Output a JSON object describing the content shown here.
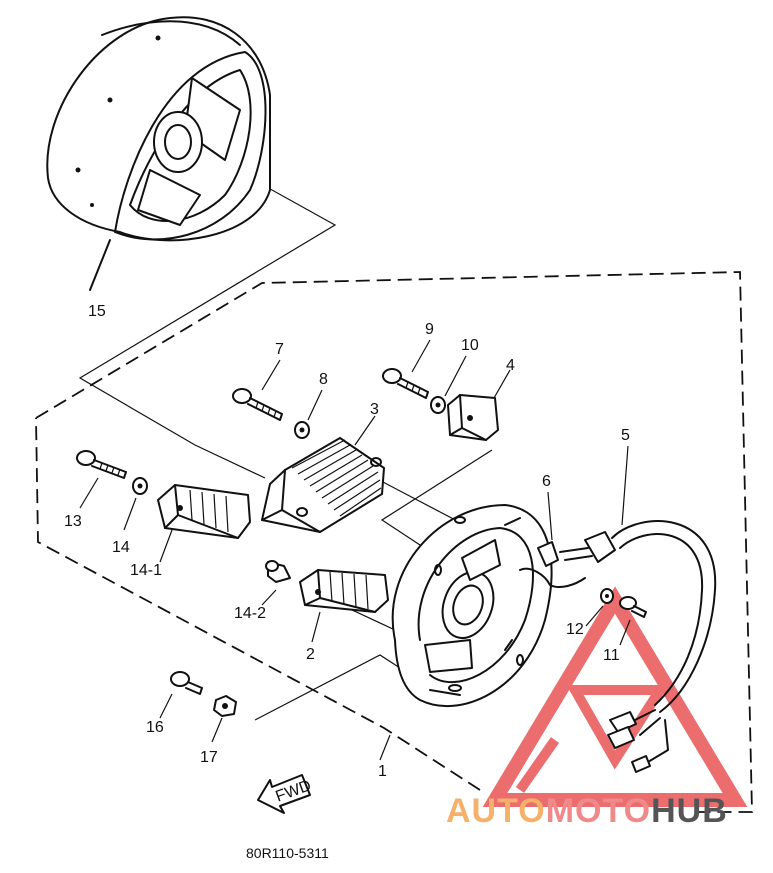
{
  "diagram": {
    "labels": [
      {
        "id": "15",
        "text": "15"
      },
      {
        "id": "7",
        "text": "7"
      },
      {
        "id": "8",
        "text": "8"
      },
      {
        "id": "9",
        "text": "9"
      },
      {
        "id": "10",
        "text": "10"
      },
      {
        "id": "4",
        "text": "4"
      },
      {
        "id": "3",
        "text": "3"
      },
      {
        "id": "5",
        "text": "5"
      },
      {
        "id": "6",
        "text": "6"
      },
      {
        "id": "13",
        "text": "13"
      },
      {
        "id": "14",
        "text": "14"
      },
      {
        "id": "14-1",
        "text": "14-1"
      },
      {
        "id": "14-2",
        "text": "14-2"
      },
      {
        "id": "2",
        "text": "2"
      },
      {
        "id": "12",
        "text": "12"
      },
      {
        "id": "11",
        "text": "11"
      },
      {
        "id": "16",
        "text": "16"
      },
      {
        "id": "17",
        "text": "17"
      },
      {
        "id": "1",
        "text": "1"
      }
    ],
    "fwd_label": "FWD",
    "drawing_code": "80R110-5311"
  },
  "watermark": {
    "part1": "AUTO",
    "part2": "MOTO",
    "part3": "HUB",
    "colors": {
      "part1": "#f5b06a",
      "part2": "#f08a8a",
      "part3": "#555555",
      "triangle": "#e85454"
    }
  }
}
